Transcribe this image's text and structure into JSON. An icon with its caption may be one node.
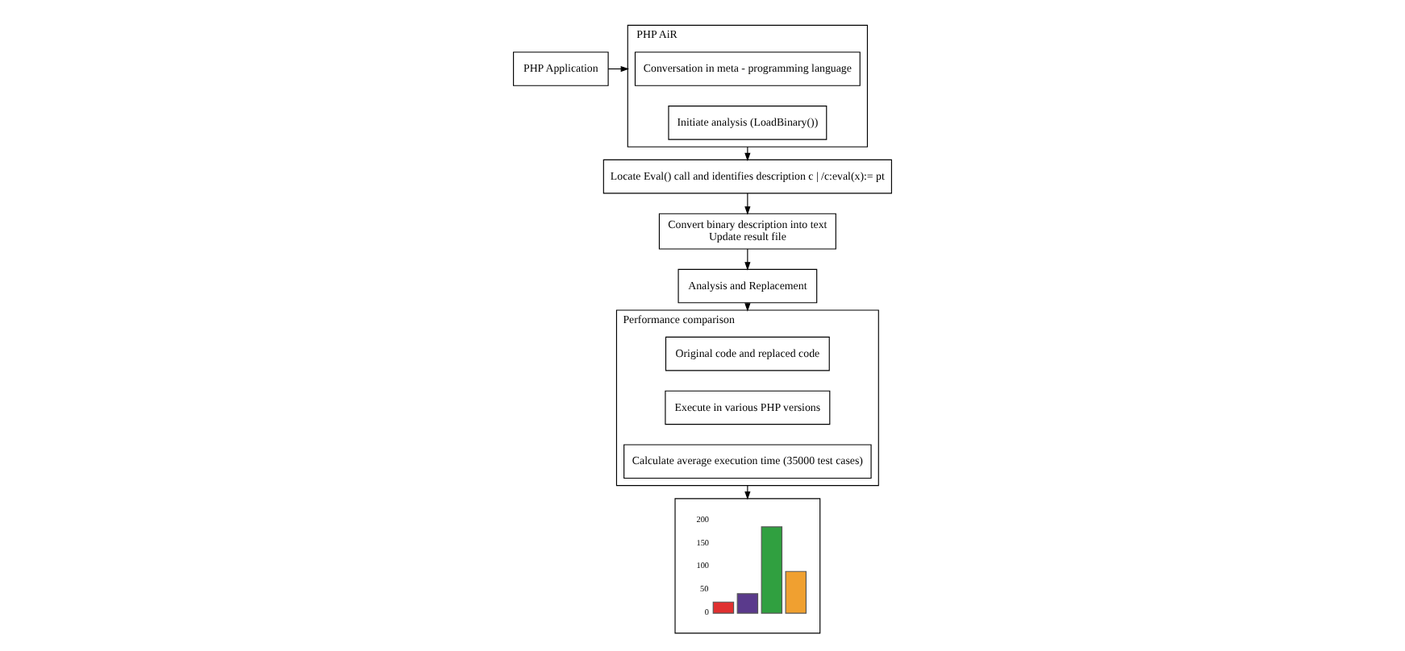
{
  "diagram": {
    "nodes": [
      {
        "text": [
          "PHP Application"
        ]
      },
      {
        "text": [
          "PHP AiR"
        ]
      },
      {
        "text": [
          "Conversation in meta - programming language"
        ],
        "in": 1
      },
      {
        "text": [
          "Initiate analysis (LoadBinary())"
        ],
        "in": 1
      },
      {
        "text": [
          "Locate Eval() call and identifies description c | /c:eval(x):= pt"
        ]
      },
      {
        "text": [
          "Convert binary description into text",
          "Update result file"
        ]
      },
      {
        "text": [
          "Analysis and Replacement"
        ]
      },
      {
        "text": [
          "Performance comparison"
        ]
      },
      {
        "text": [
          "Original code and replaced code"
        ],
        "in": 7
      },
      {
        "text": [
          "Execute in various PHP versions"
        ],
        "in": 7
      },
      {
        "text": [
          "Calculate average execution time (35000 test cases)"
        ],
        "in": 7
      },
      {
        "text": [],
        "shape": "bar"
      }
    ],
    "edges": [
      {
        "from": 0,
        "to": 1,
        "arrow": "to"
      },
      {
        "from": 1,
        "to": 4,
        "arrow": "to"
      },
      {
        "from": 4,
        "to": 5,
        "arrow": "to"
      },
      {
        "from": 5,
        "to": 6,
        "arrow": "to"
      },
      {
        "from": 6,
        "to": 7,
        "arrow": "to"
      },
      {
        "from": 7,
        "to": 11,
        "arrow": "to"
      }
    ],
    "chart_data": {
      "type": "bar",
      "categories": [
        null,
        null,
        null,
        null
      ],
      "stacked": true,
      "yticks": [
        0,
        50,
        100,
        150,
        200
      ],
      "ylim": [
        0,
        200
      ],
      "series": [
        {
          "color": "#e03030",
          "values": [
            25,
            null,
            null,
            null
          ]
        },
        {
          "color": "#5a3a8c",
          "values": [
            null,
            42,
            null,
            null
          ]
        },
        {
          "color": "#30a040",
          "values": [
            null,
            null,
            187,
            null
          ]
        },
        {
          "color": "#f0a030",
          "values": [
            null,
            null,
            null,
            90
          ]
        }
      ]
    }
  }
}
